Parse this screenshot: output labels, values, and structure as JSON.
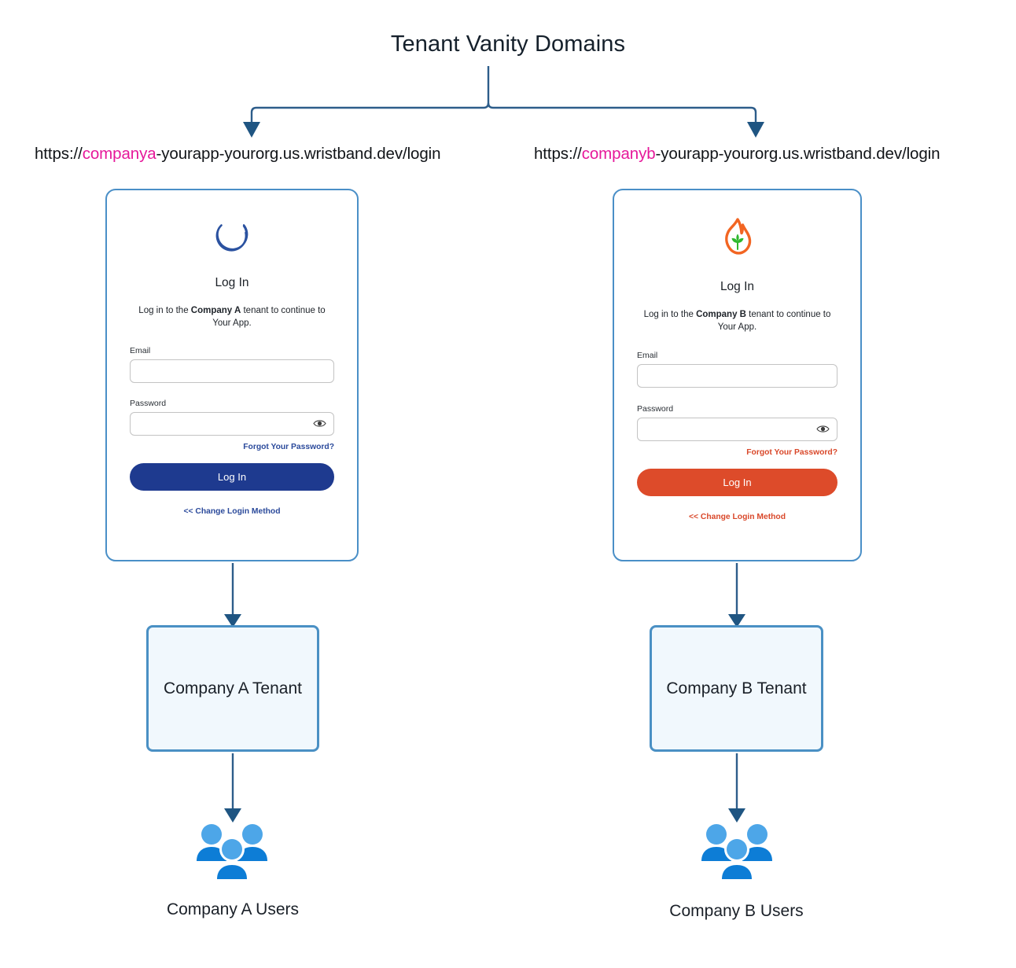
{
  "diagram": {
    "title": "Tenant Vanity Domains",
    "type": "flow-diagram",
    "accent_colors": {
      "connector": "#2d5d8a",
      "arrow": "#1f5582",
      "card_border": "#4a8fc7",
      "tenant_border": "#4a90c4",
      "tenant_fill": "#f1f8fd",
      "url_highlight": "#e6189a",
      "company_a_primary": "#1e3a8f",
      "company_b_primary": "#dd4b2a",
      "logo_a": "#2b52a0",
      "logo_b_flame": "#f26522",
      "logo_b_leaf": "#2eb82e",
      "users_icon_light": "#4da6e8",
      "users_icon_dark": "#0d7dd6"
    }
  },
  "branches": [
    {
      "id": "company-a",
      "url": {
        "prefix": "https://",
        "highlight": "companya",
        "suffix": "-yourapp-yourorg.us.wristband.dev/login"
      },
      "card": {
        "logo_name": "ring-logo-icon",
        "heading": "Log In",
        "subtitle_before": "Log in to the ",
        "subtitle_bold": "Company A",
        "subtitle_after": " tenant to continue to Your App.",
        "email_label": "Email",
        "email_value": "",
        "email_placeholder": "",
        "password_label": "Password",
        "password_value": "",
        "password_placeholder": "",
        "forgot_label": "Forgot Your Password?",
        "login_button": "Log In",
        "change_method": "<< Change Login Method"
      },
      "tenant_box": "Company A Tenant",
      "users_label": "Company A Users"
    },
    {
      "id": "company-b",
      "url": {
        "prefix": "https://",
        "highlight": "companyb",
        "suffix": "-yourapp-yourorg.us.wristband.dev/login"
      },
      "card": {
        "logo_name": "flame-leaf-logo-icon",
        "heading": "Log In",
        "subtitle_before": "Log in to the ",
        "subtitle_bold": "Company B",
        "subtitle_after": " tenant to continue to Your App.",
        "email_label": "Email",
        "email_value": "",
        "email_placeholder": "",
        "password_label": "Password",
        "password_value": "",
        "password_placeholder": "",
        "forgot_label": "Forgot Your Password?",
        "login_button": "Log In",
        "change_method": "<< Change Login Method"
      },
      "tenant_box": "Company B Tenant",
      "users_label": "Company B Users"
    }
  ]
}
